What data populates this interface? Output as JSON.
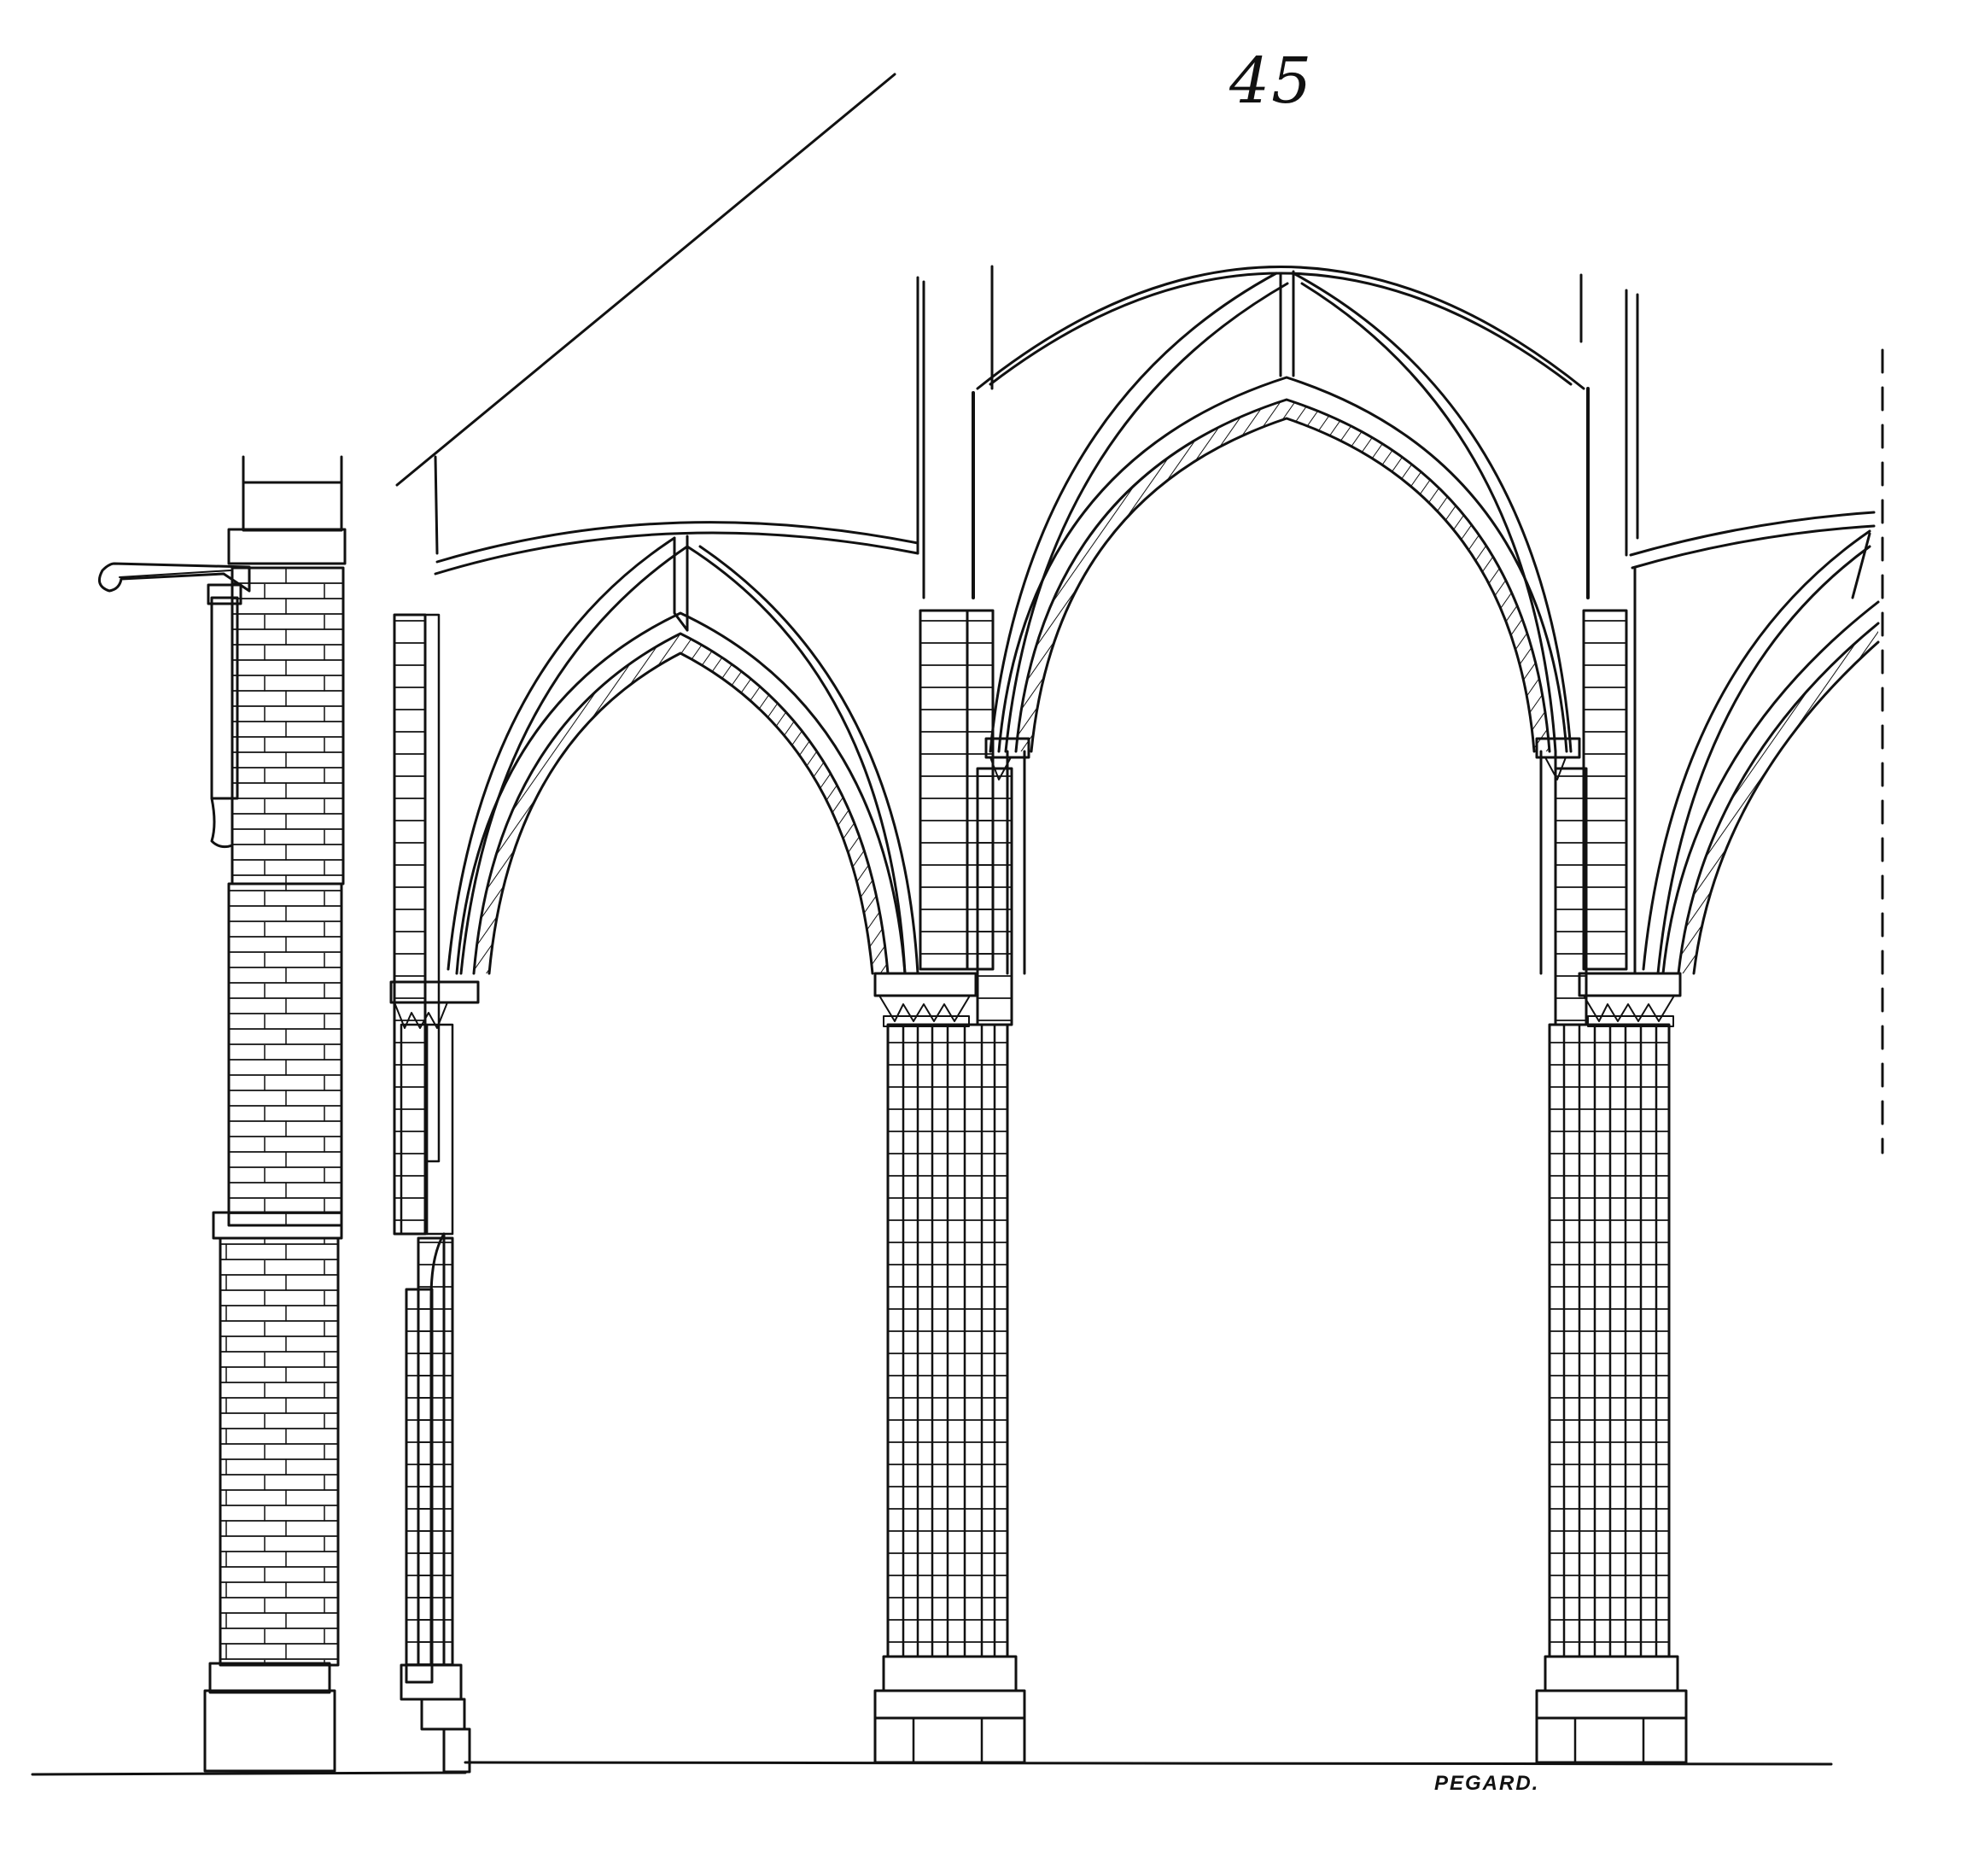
{
  "figure": {
    "number": "45",
    "signature": "PEGARD."
  },
  "colors": {
    "ink": "#111111",
    "paper": "#ffffff"
  },
  "elements": {
    "arches": [
      "left-arch",
      "center-arch",
      "right-arch"
    ],
    "piers": [
      "center-left-pier",
      "center-right-pier"
    ],
    "walls": [
      "outer-buttress-wall",
      "aisle-wall-respond"
    ]
  }
}
